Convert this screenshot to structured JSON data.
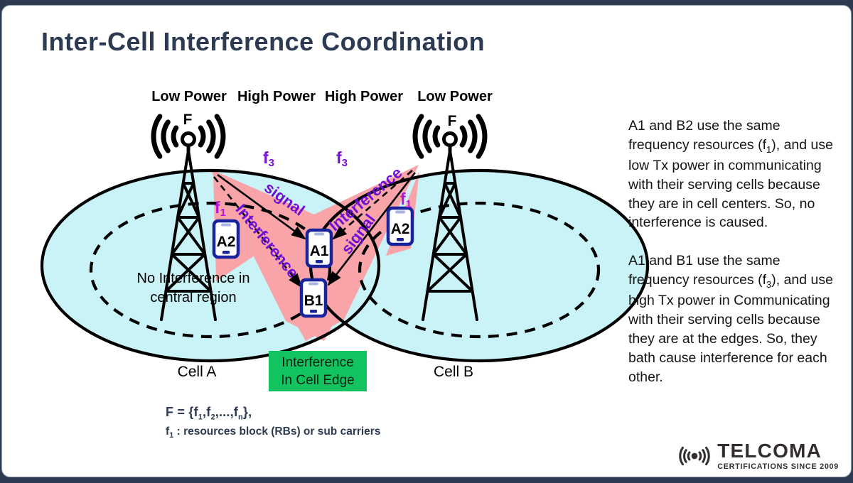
{
  "title": "Inter-Cell Interference Coordination",
  "diagram": {
    "power_labels": [
      "Low Power",
      "High Power",
      "High Power",
      "Low Power"
    ],
    "tower_f_left": "F",
    "tower_f_right": "F",
    "f3_left": {
      "base": "f",
      "sub": "3"
    },
    "f3_right": {
      "base": "f",
      "sub": "3"
    },
    "f1_left": {
      "base": "f",
      "sub": "1"
    },
    "f1_right": {
      "base": "f",
      "sub": "1"
    },
    "devices": {
      "a2_left": "A2",
      "a1": "A1",
      "b1": "B1",
      "a2_right": "A2"
    },
    "arrows": {
      "signal_left": "signal",
      "interference_left": "Interference",
      "interference_right": "Interference",
      "signal_right": "signal"
    },
    "center_note_line1": "No Interference in",
    "center_note_line2": "central region",
    "edge_box_line1": "Interference",
    "edge_box_line2": "In Cell Edge",
    "cell_a": "Cell A",
    "cell_b": "Cell B"
  },
  "formula": {
    "l1_p1": "F = {f",
    "l1_s1": "1",
    "l1_p2": ",f",
    "l1_s2": "2",
    "l1_p3": ",...,f",
    "l1_s3": "n",
    "l1_p4": "},",
    "l2_p1": "f",
    "l2_s1": "1",
    "l2_p2": " : resources block (RBs) or sub carriers"
  },
  "side_text": {
    "p1_a": "A1 and  B2 use the same frequency resources (f",
    "p1_sub": "1",
    "p1_b": "), and use low Tx power in communicating with their serving cells because they are in cell centers. So, no interference is caused.",
    "p2_a": "A1 and B1 use the same frequency resources (f",
    "p2_sub": "3",
    "p2_b": "), and use high Tx power in Communicating with their serving cells because they are at the edges. So, they bath cause interference for each other."
  },
  "logo": {
    "name": "TELCOMA",
    "tagline": "CERTIFICATIONS SINCE 2009"
  },
  "colors": {
    "cell_fill": "#c9f3f6",
    "beam": "#f8a4a8",
    "edge_box": "#12c45f",
    "purple": "#7a10d6",
    "magenta": "#b414d8",
    "navy": "#2c3b52",
    "device": "#19249c",
    "green_text": "#0d2213"
  }
}
